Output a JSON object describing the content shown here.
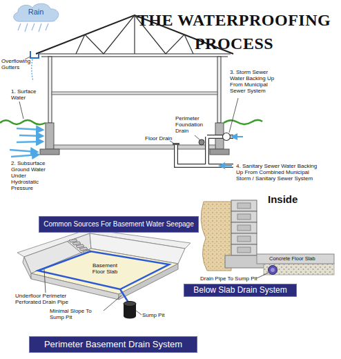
{
  "diagram": {
    "title": "THE WATERPROOFING PROCESS",
    "nodes": [
      {
        "text": [
          "Rain"
        ]
      },
      {
        "text": [
          "Common Sources For Basement Water Seepage"
        ]
      },
      {
        "text": [
          "Below Slab Drain System"
        ]
      },
      {
        "text": [
          "Perimeter Basement Drain System"
        ]
      }
    ],
    "labels": [
      "Overflowing Gutters",
      "1. Surface Water",
      "2. Subsurface Ground Water Under Hydrostatic Pressure",
      "3. Storm Sewer Water Backing Up From Municipal Sewer System",
      "Perimeter Foundation Drain",
      "Floor Drain",
      "4. Sanitary Sewer Water Backing Up From Combined Municipal Storm / Sanitary Sewer System",
      "Inside",
      "Concrete Floor Slab",
      "Drain Pipe To Sump Pit",
      "Basement Floor Slab",
      "Underfloor Perimeter Perforated Drain Pipe",
      "Minimal Slope To Sump Pit",
      "Sump Pit"
    ]
  }
}
